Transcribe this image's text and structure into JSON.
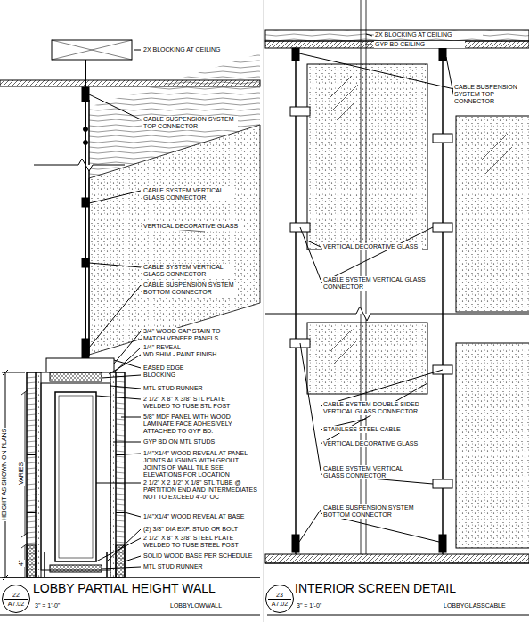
{
  "diagram": {
    "nodes": [
      {
        "text": [
          "22",
          "A7.02"
        ]
      },
      {
        "text": [
          "23",
          "A7.02"
        ]
      }
    ],
    "labels": [
      "2X BLOCKING AT CEILING",
      "CABLE SUSPENSION SYSTEM TOP CONNECTOR",
      "CABLE SYSTEM VERTICAL GLASS CONNECTOR",
      "VERTICAL DECORATIVE GLASS",
      "CABLE SYSTEM VERTICAL GLASS CONNECTOR",
      "CABLE SUSPENSION SYSTEM BOTTOM CONNECTOR",
      "3/4\" WOOD CAP STAIN TO MATCH VENEER PANELS",
      "1/4\" REVEAL",
      "WD SHIM - PAINT FINISH",
      "EASED EDGE",
      "BLOCKING",
      "MTL STUD RUNNER",
      "2 1/2\" X 8\" X 3/8\" STL PLATE WELDED TO TUBE STL POST",
      "5/8\" MDF PANEL WITH WOOD LAMINATE FACE ADHESIVELY ATTACHED TO GYP BD.",
      "GYP BD ON MTL STUDS",
      "1/4\"X1/4\" WOOD REVEAL AT PANEL JOINTS ALIGNING WITH GROUT JOINTS OF WALL TILE SEE ELEVATIONS FOR LOCATION",
      "2 1/2\" X 2 1/2\" X 1/8\" STL TUBE @ PARTITION END AND INTERMEDIATES NOT TO EXCEED 4'-0\" OC",
      "1/4\"X1/4\" WOOD REVEAL AT BASE",
      "(2) 3/8\" DIA EXP. STUD OR BOLT",
      "2 1/2\" X 8\" X 3/8\" STEEL PLATE WELDED TO TUBE STEEL POST",
      "SOLID WOOD BASE PER SCHEDULE",
      "MTL STUD RUNNER",
      "HEIGHT AS SHOWN ON PLANS",
      "VARIES",
      "4\"",
      "LOBBY PARTIAL HEIGHT WALL",
      "3\" = 1'-0\"",
      "LOBBYLOWWALL",
      "2X BLOCKING AT CEILING",
      "GYP BD CEILING",
      "CABLE SUSPENSION SYSTEM TOP CONNECTOR",
      "VERTICAL DECORATIVE GLASS",
      "CABLE SYSTEM VERTICAL GLASS CONNECTOR",
      "CABLE SYSTEM DOUBLE SIDED VERTICAL GLASS CONNECTOR",
      "STAINLESS STEEL CABLE",
      "VERTICAL DECORATIVE GLASS",
      "CABLE SYSTEM VERTICAL GLASS CONNECTOR",
      "CABLE SUSPENSION SYSTEM BOTTOM CONNECTOR",
      "INTERIOR SCREEN DETAIL",
      "3\" = 1'-0\"",
      "LOBBYGLASSCABLE"
    ]
  }
}
